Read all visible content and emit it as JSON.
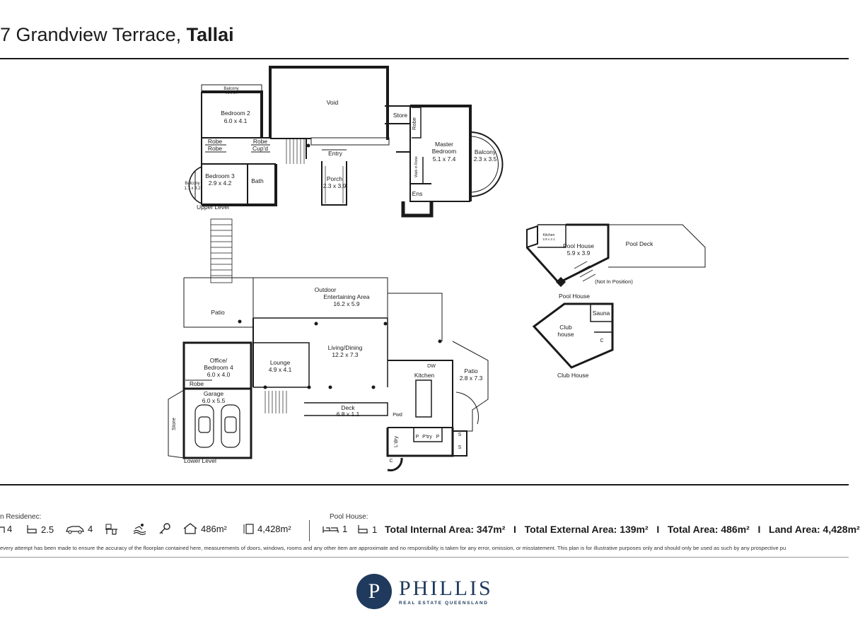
{
  "header": {
    "title_prefix": "7 Grandview Terrace, ",
    "title_suffix": "Tallai"
  },
  "levels": {
    "upper": "Upper Level",
    "lower": "Lower Level",
    "pool": "Pool House",
    "club": "Club House"
  },
  "rooms": {
    "balcony_top": "Balcony",
    "balcony_top_size": "4.9 x 0.7",
    "bedroom2": "Bedroom 2",
    "bedroom2_size": "6.0 x 4.1",
    "void": "Void",
    "store_up": "Store",
    "robe_mb": "Robe",
    "master": "Master",
    "master2": "Bedroom",
    "master_size": "5.1 x 7.4",
    "balcony_right": "Balcony",
    "balcony_right_size": "2.3 x 3.5",
    "robe1": "Robe",
    "robe2": "Robe",
    "robe3": "Robe",
    "cupd": "Cup'd",
    "entry": "Entry",
    "bedroom3": "Bedroom 3",
    "bedroom3_size": "2.9 x 4.2",
    "balcony_left": "Balcony",
    "balcony_left_size": "1.7 x 3.2",
    "bath": "Bath",
    "porch": "Porch",
    "porch_size": "2.3 x 3.9",
    "walkin": "Walk-in Robe",
    "ens": "Ens",
    "outdoor": "Outdoor",
    "outdoor2": "Entertaining Area",
    "outdoor_size": "16.2 x 5.9",
    "patio_l": "Patio",
    "living": "Living/Dining",
    "living_size": "12.2 x 7.3",
    "office": "Office/",
    "office2": "Bedroom 4",
    "office_size": "6.0 x 4.0",
    "lounge": "Lounge",
    "lounge_size": "4.9 x 4.1",
    "kitchen": "Kitchen",
    "dw": "DW",
    "patio_r": "Patio",
    "patio_r_size": "2.8 x 7.3",
    "robe_l": "Robe",
    "garage": "Garage",
    "garage_size": "6.0 x 5.5",
    "store_g": "Store",
    "deck": "Deck",
    "deck_size": "6.8 x 1.1",
    "pwd": "Pwd",
    "ldry": "L'dry",
    "p1": "P",
    "ptry": "P'try",
    "p2": "P",
    "s1": "S",
    "s2": "S",
    "c1": "C",
    "pool_kitchen": "Kitchen",
    "pool_kitchen_size": "2.8 x 2.1",
    "poolhouse": "Pool House",
    "poolhouse_size": "5.9 x 3.9",
    "pooldeck": "Pool Deck",
    "notpos": "(Not In Position)",
    "sauna": "Sauna",
    "club": "Club",
    "club2": "house",
    "c2": "C"
  },
  "stats": {
    "main_label": "n Residenec:",
    "beds": "4",
    "baths": "2.5",
    "cars": "4",
    "internal_icon": "486m²",
    "land_icon": "4,428m²",
    "pool_label": "Pool House:",
    "pool_beds": "1",
    "pool_baths": "1",
    "totals": "Total Internal Area: 347m²   I   Total External Area: 139m²   I   Total Area: 486m²   I   Land Area: 4,428m²"
  },
  "disclaimer": "every attempt has been made to ensure the accuracy of the floorplan contained here, measurements of doors, windows, rooms and any other item are approximate and no responsibility is taken for any error, omission, or misstatement. This plan is for illustrative purposes only and should only be used as such by any prospective pu",
  "logo": {
    "mark": "P",
    "name": "PHILLIS",
    "sub": "REAL ESTATE QUEENSLAND"
  },
  "icons": [
    "bed-icon",
    "bath-icon",
    "car-icon",
    "desk-icon",
    "pool-icon",
    "key-icon",
    "house-icon",
    "land-icon"
  ]
}
